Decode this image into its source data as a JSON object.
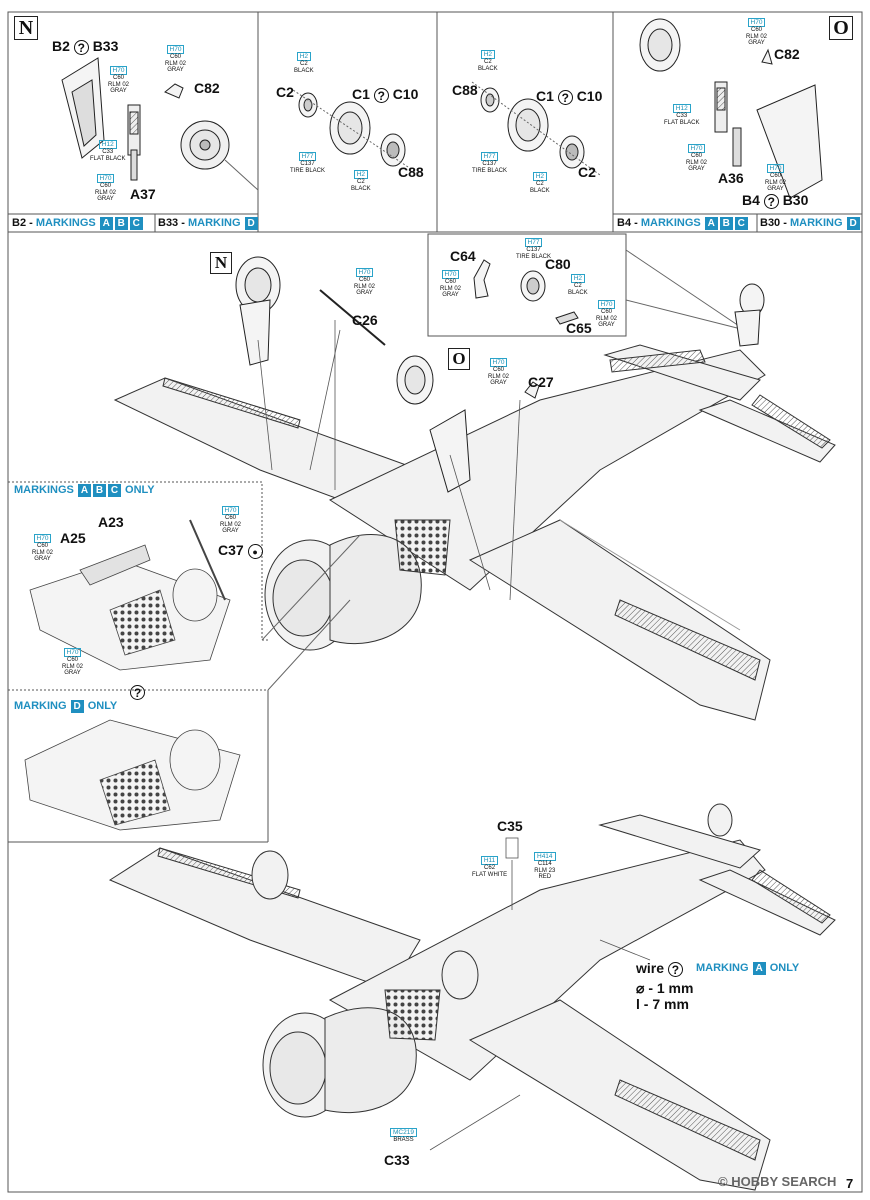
{
  "steps": {
    "N": "N",
    "O": "O"
  },
  "top_panels": {
    "p1": {
      "title_left": "B2",
      "title_right": "B33",
      "parts": {
        "c82": "C82",
        "a37": "A37"
      },
      "paints": [
        {
          "code": "H70",
          "lines": [
            "C60",
            "RLM 02",
            "GRAY"
          ]
        },
        {
          "code": "H70",
          "lines": [
            "C60",
            "RLM 02",
            "GRAY"
          ]
        },
        {
          "code": "H12",
          "lines": [
            "C33",
            "FLAT BLACK"
          ]
        },
        {
          "code": "H70",
          "lines": [
            "C60",
            "RLM 02",
            "GRAY"
          ]
        }
      ],
      "marking_prefix": "B2 -",
      "marking_word": "MARKINGS",
      "marking_chips": [
        "A",
        "B",
        "C"
      ],
      "marking2_prefix": "B33 -",
      "marking2_word": "MARKING",
      "marking2_chip": "D"
    },
    "p2": {
      "parts": {
        "c2": "C2",
        "c1": "C1",
        "c10": "C10",
        "c88": "C88"
      },
      "paints": [
        {
          "code": "H2",
          "lines": [
            "C2",
            "BLACK"
          ]
        },
        {
          "code": "H77",
          "lines": [
            "C137",
            "TIRE BLACK"
          ]
        },
        {
          "code": "H2",
          "lines": [
            "C2",
            "BLACK"
          ]
        }
      ]
    },
    "p3": {
      "parts": {
        "c88": "C88",
        "c1": "C1",
        "c10": "C10",
        "c2": "C2"
      },
      "paints": [
        {
          "code": "H2",
          "lines": [
            "C2",
            "BLACK"
          ]
        },
        {
          "code": "H77",
          "lines": [
            "C137",
            "TIRE BLACK"
          ]
        },
        {
          "code": "H2",
          "lines": [
            "C2",
            "BLACK"
          ]
        }
      ]
    },
    "p4": {
      "parts": {
        "c82": "C82",
        "a36": "A36",
        "b4": "B4",
        "b30": "B30"
      },
      "paints": [
        {
          "code": "H70",
          "lines": [
            "C60",
            "RLM 02",
            "GRAY"
          ]
        },
        {
          "code": "H12",
          "lines": [
            "C33",
            "FLAT BLACK"
          ]
        },
        {
          "code": "H70",
          "lines": [
            "C60",
            "RLM 02",
            "GRAY"
          ]
        },
        {
          "code": "H70",
          "lines": [
            "C60",
            "RLM 02",
            "GRAY"
          ]
        }
      ],
      "marking_prefix": "B4 -",
      "marking_word": "MARKINGS",
      "marking_chips": [
        "A",
        "B",
        "C"
      ],
      "marking2_prefix": "B30 -",
      "marking2_word": "MARKING",
      "marking2_chip": "D"
    }
  },
  "tailwheel_panel": {
    "parts": {
      "c64": "C64",
      "c80": "C80",
      "c65": "C65"
    },
    "paints": [
      {
        "code": "H77",
        "lines": [
          "C137",
          "TIRE BLACK"
        ]
      },
      {
        "code": "H70",
        "lines": [
          "C60",
          "RLM 02",
          "GRAY"
        ]
      },
      {
        "code": "H2",
        "lines": [
          "C2",
          "BLACK"
        ]
      },
      {
        "code": "H70",
        "lines": [
          "C60",
          "RLM 02",
          "GRAY"
        ]
      }
    ]
  },
  "main_view": {
    "parts": {
      "c26": "C26",
      "c27": "C27"
    },
    "paints": [
      {
        "code": "H70",
        "lines": [
          "C60",
          "RLM 02",
          "GRAY"
        ]
      },
      {
        "code": "H70",
        "lines": [
          "C60",
          "RLM 02",
          "GRAY"
        ]
      }
    ]
  },
  "inset_abc": {
    "prefix": "MARKINGS",
    "chips": [
      "A",
      "B",
      "C"
    ],
    "suffix": "ONLY",
    "parts": {
      "a23": "A23",
      "a25": "A25",
      "c37": "C37"
    },
    "paints": [
      {
        "code": "H70",
        "lines": [
          "C60",
          "RLM 02",
          "GRAY"
        ]
      },
      {
        "code": "H70",
        "lines": [
          "C60",
          "RLM 02",
          "GRAY"
        ]
      },
      {
        "code": "H70",
        "lines": [
          "C60",
          "RLM 02",
          "GRAY"
        ]
      }
    ]
  },
  "inset_d": {
    "prefix": "MARKING",
    "chip": "D",
    "suffix": "ONLY"
  },
  "bottom_view": {
    "parts": {
      "c35": "C35",
      "c33": "C33"
    },
    "paints": [
      {
        "code": "H11",
        "lines": [
          "C62",
          "FLAT WHITE"
        ]
      },
      {
        "code": "H414",
        "lines": [
          "C114",
          "RLM 23",
          "RED"
        ]
      },
      {
        "code": "MC219",
        "lines": [
          "BRASS"
        ]
      }
    ],
    "wire": {
      "label": "wire",
      "dia": "⌀ - 1 mm",
      "len": "l - 7 mm"
    },
    "marking_prefix": "MARKING",
    "marking_chip": "A",
    "marking_suffix": "ONLY"
  },
  "footer": {
    "brand": "HOBBY SEARCH",
    "page": "7"
  }
}
